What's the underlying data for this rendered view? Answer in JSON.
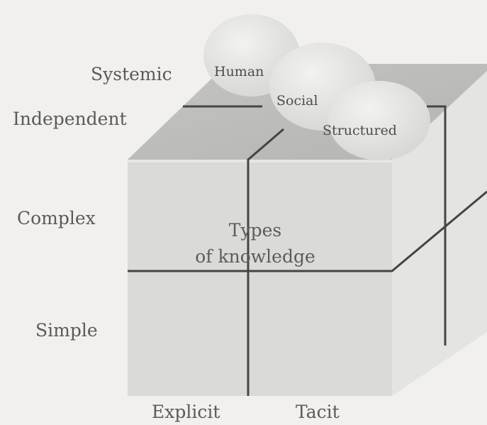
{
  "diagram": {
    "vertical_axis_labels": {
      "top": "Systemic",
      "upper": "Independent",
      "middle": "Complex",
      "lower": "Simple"
    },
    "horizontal_axis_labels": {
      "left": "Explicit",
      "right": "Tacit"
    },
    "depth_axis_labels": {
      "back": "Human",
      "middle": "Social",
      "front": "Structured"
    },
    "center_label": {
      "line1": "Types",
      "line2": "of knowledge"
    },
    "colors": {
      "background": "#f1f0ed",
      "front_face": "#d9d9d7",
      "top_face": "#bdbdbb",
      "side_face": "#e3e3e1",
      "lines": "#454545",
      "clouds": "#e2e2e0",
      "text": "#5a5a5a"
    }
  }
}
